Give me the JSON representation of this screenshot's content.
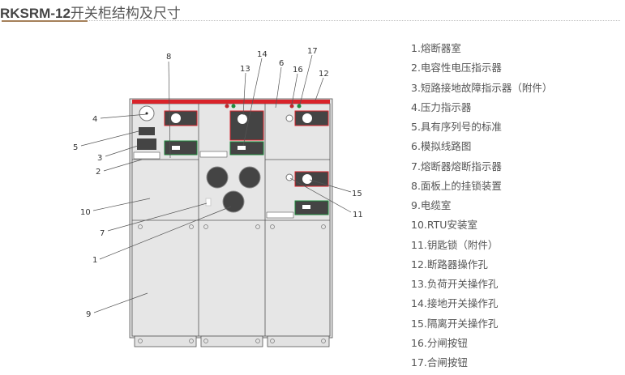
{
  "title": {
    "model": "RKSRM-12",
    "text": "开关柜结构及尺寸"
  },
  "callouts": [
    "1",
    "2",
    "3",
    "4",
    "5",
    "6",
    "7",
    "8",
    "9",
    "10",
    "11",
    "12",
    "13",
    "14",
    "15",
    "16",
    "17"
  ],
  "legend": [
    "1.熔断器室",
    "2.电容性电压指示器",
    "3.短路接地故障指示器（附件）",
    "4.压力指示器",
    "5.具有序列号的标准",
    "6.模拟线路图",
    "7.熔断器熔断指示器",
    "8.面板上的挂锁装置",
    "9.电缆室",
    "10.RTU安装室",
    "11.钥匙锁（附件）",
    "12.断路器操作孔",
    "13.负荷开关操作孔",
    "14.接地开关操作孔",
    "15.隔离开关操作孔",
    "16.分闸按钮",
    "17.合闸按钮"
  ],
  "colors": {
    "accent": "#a5805a",
    "top_bar": "#d9232a",
    "open_button": "#c0272d",
    "close_button": "#1e8a3c",
    "panel": "#e2e2e2"
  }
}
